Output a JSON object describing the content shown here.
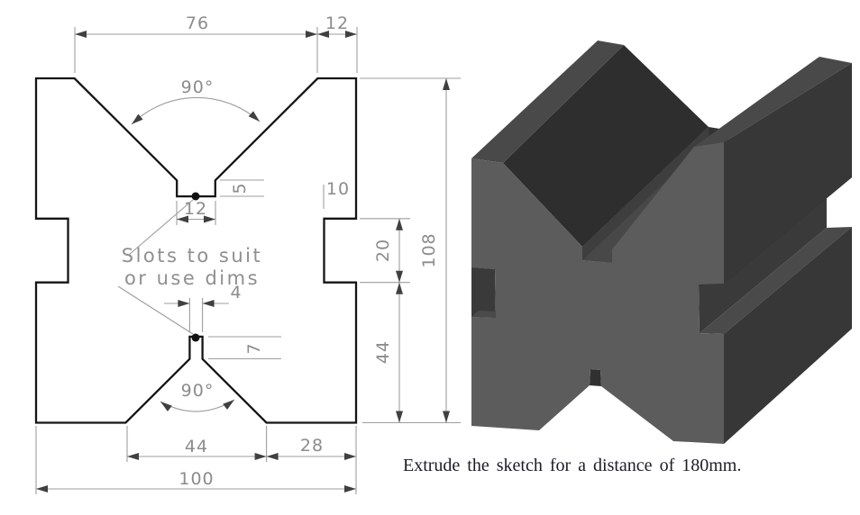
{
  "sketch": {
    "dims": {
      "top_width": "76",
      "top_right_width": "12",
      "top_angle": "90°",
      "top_slot_depth": "5",
      "top_slot_width": "12",
      "notch_depth": "10",
      "notch_height": "20",
      "total_height": "108",
      "lower_right_height": "44",
      "bottom_slot_width": "4",
      "bottom_slot_depth": "7",
      "bottom_angle": "90°",
      "bottom_v_width": "44",
      "bottom_right_width": "28",
      "total_width": "100"
    },
    "note_line1": "Slots to suit",
    "note_line2": "or use dims",
    "line_color": "#9e9e9e",
    "text_color": "#8c8c8c",
    "outline_color": "#151515"
  },
  "caption": "Extrude the sketch for a distance of 180mm.",
  "part": {
    "extrusion_depth_mm": 180,
    "overall_width_mm": 100,
    "overall_height_mm": 108,
    "v_angle_deg": 90
  },
  "model": {
    "colors": {
      "front": "#5c5c5c",
      "top": "#494949",
      "flank_left": "#2e2e2e",
      "flank_right": "#3d3d3d",
      "side": "#373737",
      "groove_top": "#2a2a2a",
      "groove_wall": "#3a3a3a",
      "groove_bottom": "#4a4a4a",
      "void": "#333333",
      "slot_wall": "#303030",
      "slot_side": "#3e3e3e",
      "slot_floor": "#484848",
      "notch": "#3a3a3a"
    }
  }
}
